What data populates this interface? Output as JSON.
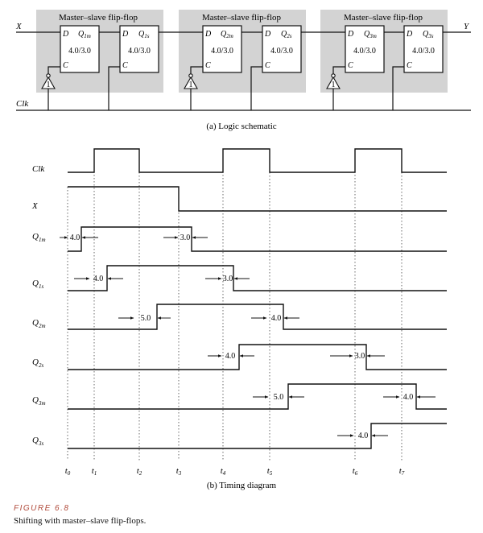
{
  "schematic": {
    "block_label": "Master–slave flip-flop",
    "ff_pins": {
      "d": "D",
      "c": "C"
    },
    "ff_delay": "4.0/3.0",
    "input_label": "X",
    "output_label": "Y",
    "clock_label": "Clk",
    "stages": [
      {
        "master_q": "Q",
        "master_sub": "1m",
        "slave_q": "Q",
        "slave_sub": "1s"
      },
      {
        "master_q": "Q",
        "master_sub": "2m",
        "slave_q": "Q",
        "slave_sub": "2s"
      },
      {
        "master_q": "Q",
        "master_sub": "3m",
        "slave_q": "Q",
        "slave_sub": "3s"
      }
    ],
    "inverter_delay": "1",
    "caption": "(a) Logic schematic"
  },
  "timing": {
    "caption": "(b) Timing diagram",
    "signals": [
      {
        "main": "Clk",
        "sub": ""
      },
      {
        "main": "X",
        "sub": ""
      },
      {
        "main": "Q",
        "sub": "1m"
      },
      {
        "main": "Q",
        "sub": "1s"
      },
      {
        "main": "Q",
        "sub": "2m"
      },
      {
        "main": "Q",
        "sub": "2s"
      },
      {
        "main": "Q",
        "sub": "3m"
      },
      {
        "main": "Q",
        "sub": "3s"
      }
    ],
    "time_labels": [
      {
        "main": "t",
        "sub": "0"
      },
      {
        "main": "t",
        "sub": "1"
      },
      {
        "main": "t",
        "sub": "2"
      },
      {
        "main": "t",
        "sub": "3"
      },
      {
        "main": "t",
        "sub": "4"
      },
      {
        "main": "t",
        "sub": "5"
      },
      {
        "main": "t",
        "sub": "6"
      },
      {
        "main": "t",
        "sub": "7"
      }
    ],
    "delays": [
      "4.0",
      "3.0",
      "4.0",
      "3.0",
      "5.0",
      "4.0",
      "4.0",
      "3.0",
      "5.0",
      "4.0",
      "4.0"
    ]
  },
  "figure": {
    "label": "FIGURE 6.8",
    "caption": "Shifting with master–slave flip-flops."
  },
  "colors": {
    "block_fill": "#d3d3d3",
    "ink": "#111111",
    "figure_label": "#b04a3a"
  }
}
